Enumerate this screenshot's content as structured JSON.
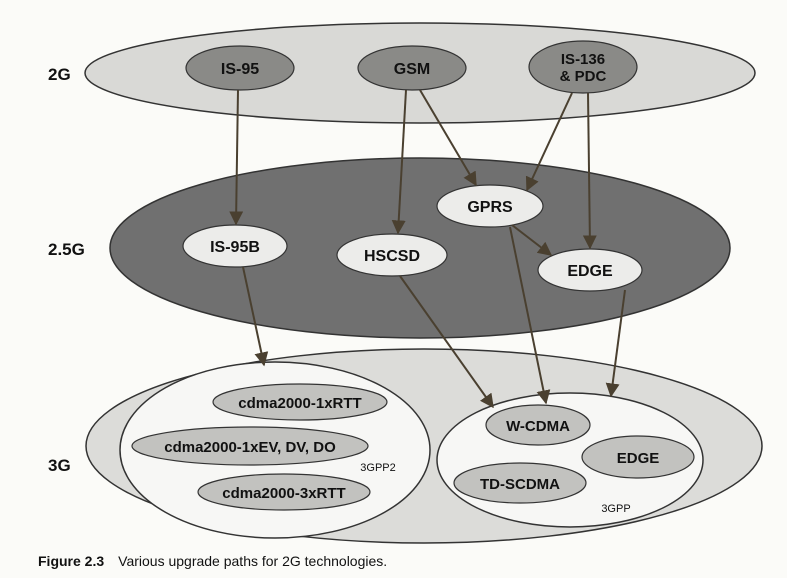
{
  "generations": {
    "g2": "2G",
    "g25": "2.5G",
    "g3": "3G"
  },
  "nodes": {
    "is95": "IS-95",
    "gsm": "GSM",
    "is136_line1": "IS-136",
    "is136_line2": "& PDC",
    "is95b": "IS-95B",
    "hscsd": "HSCSD",
    "gprs": "GPRS",
    "edge25": "EDGE",
    "cdma1xrtt": "cdma2000-1xRTT",
    "cdma1xev": "cdma2000-1xEV, DV, DO",
    "cdma3xrtt": "cdma2000-3xRTT",
    "wcdma": "W-CDMA",
    "edge3g": "EDGE",
    "tdscdma": "TD-SCDMA"
  },
  "groups": {
    "gpp2": "3GPP2",
    "gpp": "3GPP"
  },
  "caption": {
    "figure": "Figure 2.3",
    "text": "Various upgrade paths for 2G technologies."
  },
  "colors": {
    "band_2g": "#d9d9d6",
    "band_25g": "#707070",
    "band_3g": "#dcdcd9",
    "dark_node": "#8a8a87",
    "light_node": "#ececea",
    "group_fill": "#f7f7f5",
    "arrow": "#4a4030"
  },
  "edges": [
    {
      "from": "IS-95",
      "to": "IS-95B"
    },
    {
      "from": "GSM",
      "to": "HSCSD"
    },
    {
      "from": "GSM",
      "to": "GPRS"
    },
    {
      "from": "IS-136 & PDC",
      "to": "GPRS"
    },
    {
      "from": "IS-136 & PDC",
      "to": "EDGE"
    },
    {
      "from": "GPRS",
      "to": "EDGE"
    },
    {
      "from": "GPRS",
      "to": "W-CDMA"
    },
    {
      "from": "IS-95B",
      "to": "3GPP2"
    },
    {
      "from": "HSCSD",
      "to": "W-CDMA"
    },
    {
      "from": "EDGE",
      "to": "3GPP"
    }
  ]
}
